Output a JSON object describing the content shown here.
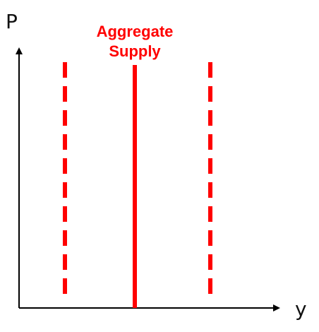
{
  "axes": {
    "y_label": "P",
    "x_label": "y",
    "color": "#000000"
  },
  "aggregate_supply": {
    "label_line1": "Aggregate",
    "label_line2": "Supply",
    "color": "#ff0000"
  },
  "shifted_supply_lines": {
    "count": 2,
    "style": "dashed",
    "color": "#ff0000"
  }
}
